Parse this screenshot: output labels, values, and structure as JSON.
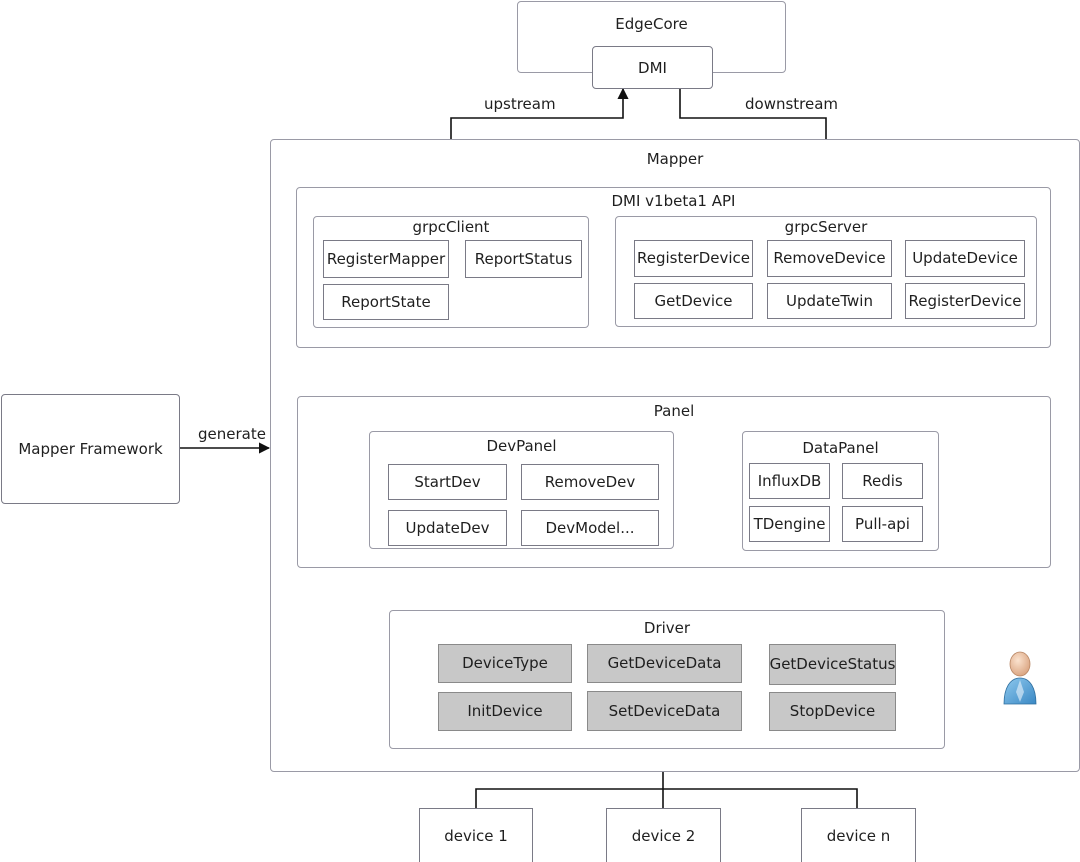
{
  "edgecore": {
    "title": "EdgeCore",
    "dmi": "DMI"
  },
  "links": {
    "upstream": "upstream",
    "downstream": "downstream",
    "generate": "generate"
  },
  "mapper_framework": "Mapper Framework",
  "mapper": {
    "title": "Mapper",
    "api": {
      "title": "DMI v1beta1 API",
      "grpc_client": {
        "title": "grpcClient",
        "items": [
          "RegisterMapper",
          "ReportStatus",
          "ReportState"
        ]
      },
      "grpc_server": {
        "title": "grpcServer",
        "items": [
          "RegisterDevice",
          "RemoveDevice",
          "UpdateDevice",
          "GetDevice",
          "UpdateTwin",
          "RegisterDevice"
        ]
      }
    },
    "panel": {
      "title": "Panel",
      "dev_panel": {
        "title": "DevPanel",
        "items": [
          "StartDev",
          "RemoveDev",
          "UpdateDev",
          "DevModel..."
        ]
      },
      "data_panel": {
        "title": "DataPanel",
        "items": [
          "InfluxDB",
          "Redis",
          "TDengine",
          "Pull-api"
        ]
      }
    },
    "driver": {
      "title": "Driver",
      "items": [
        "DeviceType",
        "GetDeviceData",
        "GetDeviceStatus",
        "InitDevice",
        "SetDeviceData",
        "StopDevice"
      ]
    }
  },
  "devices": [
    "device 1",
    "device 2",
    "device n"
  ],
  "colors": {
    "frame_border": "#9a9aa6",
    "button_border": "#7a7a86",
    "driver_fill": "#c8c8c8",
    "wire": "#111111",
    "user_body": "#5aa7d8",
    "user_head": "#f2c9a8"
  },
  "icons": {
    "user": "user-icon"
  }
}
